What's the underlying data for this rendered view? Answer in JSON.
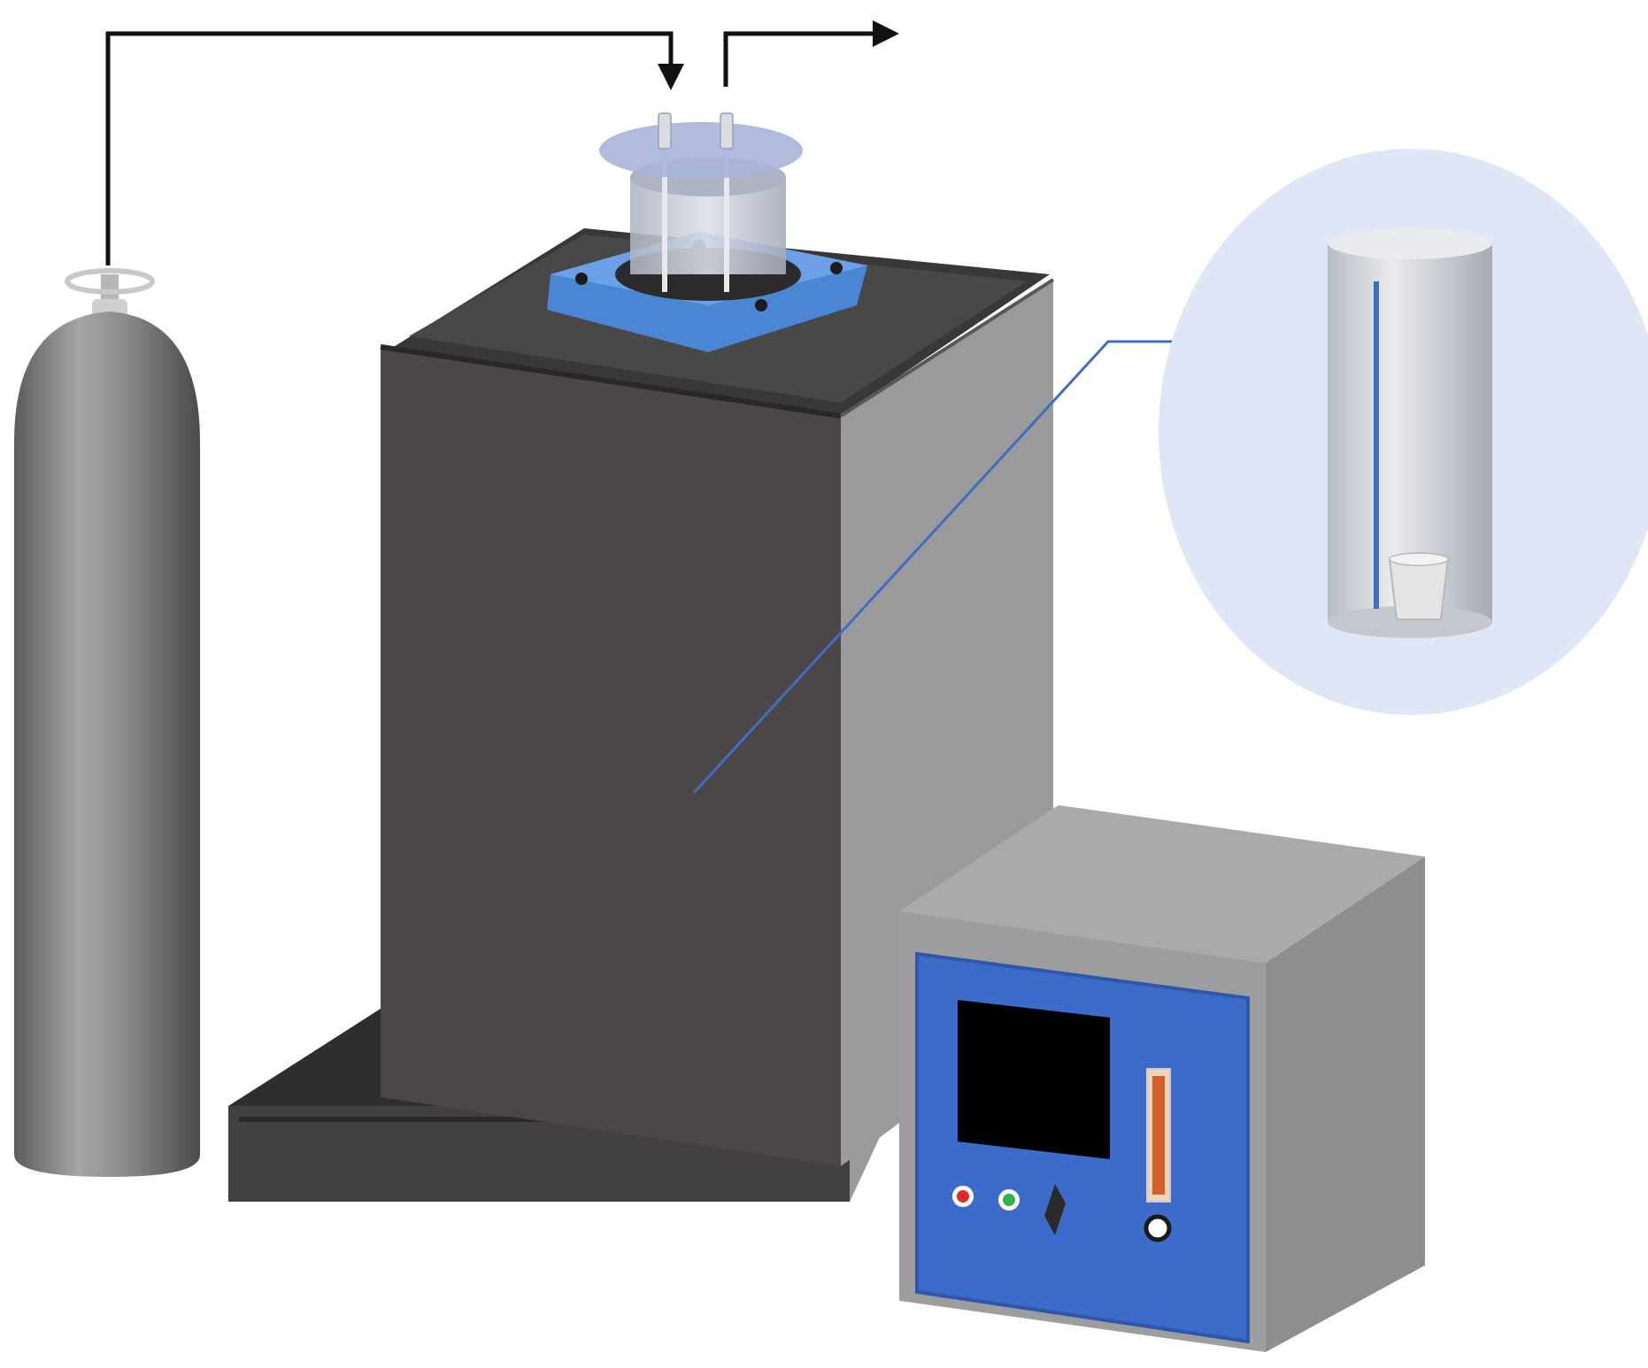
{
  "diagram": {
    "components": [
      {
        "id": "gas-cylinder",
        "icon": "gas-cylinder-icon"
      },
      {
        "id": "gas-inlet-line",
        "icon": "arrow-icon"
      },
      {
        "id": "gas-outlet-line",
        "icon": "arrow-icon"
      },
      {
        "id": "furnace",
        "icon": "furnace-icon"
      },
      {
        "id": "reactor-lid",
        "icon": "flange-icon"
      },
      {
        "id": "detail-inset",
        "icon": "magnifier-callout-icon"
      },
      {
        "id": "controller",
        "icon": "control-box-icon"
      }
    ],
    "controller": {
      "indicator_colors": {
        "red": "#e8262b",
        "green": "#2fb34a",
        "white": "#ffffff"
      }
    },
    "colors": {
      "furnace_body": "#4b4648",
      "furnace_side": "#9a9a9c",
      "flange": "#4a86d4",
      "panel": "#3d6bc9",
      "screen": "#000000",
      "callout_bg": "#dfe6f5",
      "callout_line": "#3e6fbf",
      "heater_bar": "#d2602a"
    }
  }
}
